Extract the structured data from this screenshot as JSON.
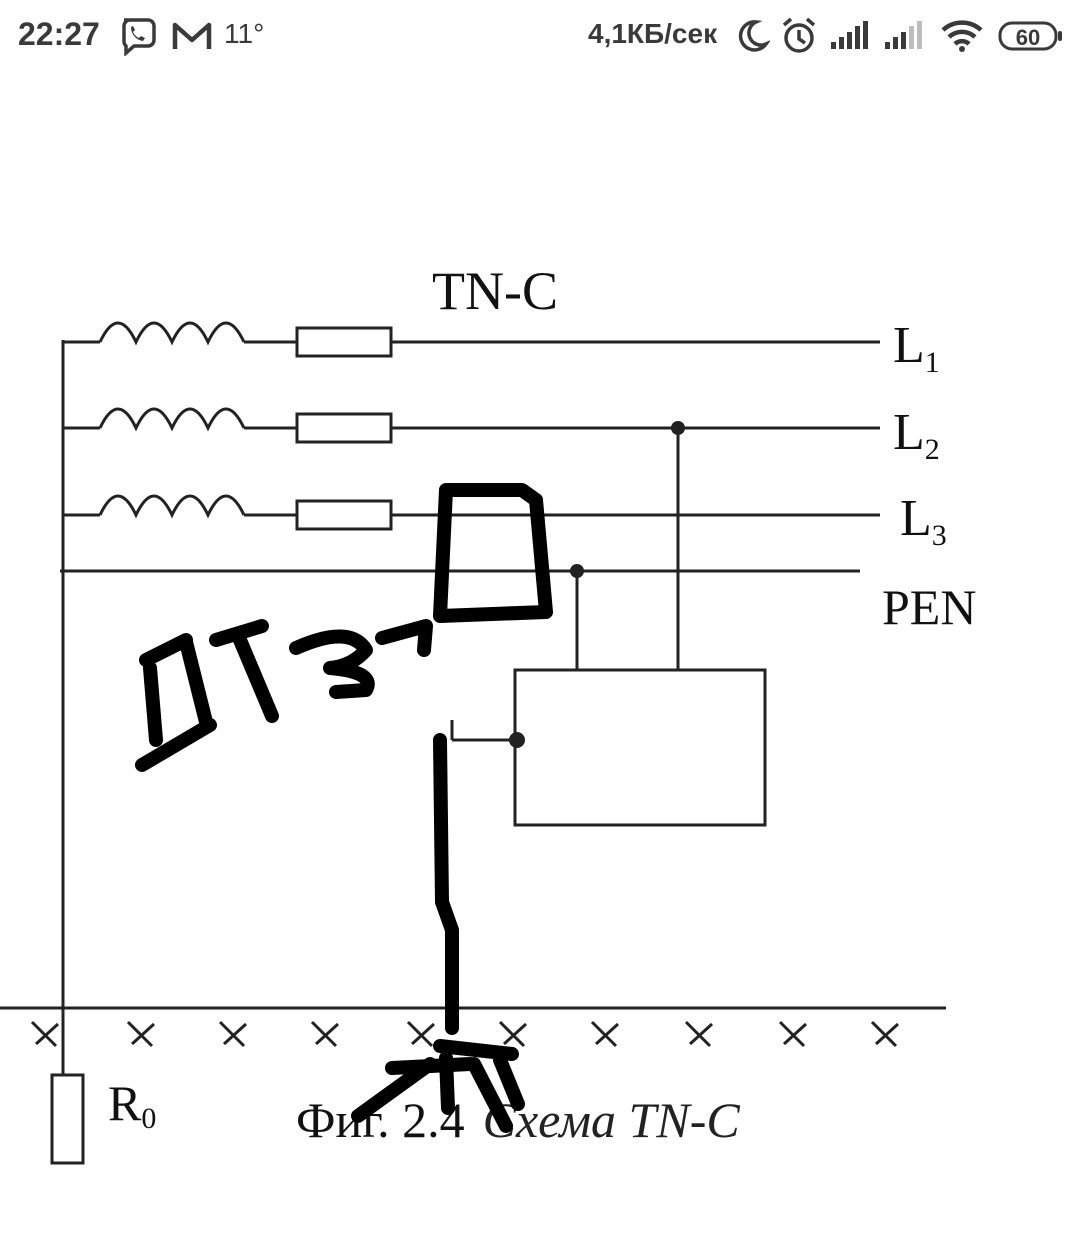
{
  "status_bar": {
    "time": "22:27",
    "temperature": "11°",
    "network_speed": "4,1КБ/сек",
    "battery": "60",
    "icons": [
      "viber-icon",
      "mail-icon",
      "moon-icon",
      "alarm-icon",
      "signal-icon",
      "signal-icon",
      "wifi-icon",
      "battery-icon"
    ]
  },
  "diagram": {
    "title": "TN-C",
    "lines": {
      "l1": "L",
      "l1_sub": "1",
      "l2": "L",
      "l2_sub": "2",
      "l3": "L",
      "l3_sub": "3",
      "pen": "PEN"
    },
    "resistor": "R",
    "resistor_sub": "0",
    "caption_prefix": "Фиг. 2.4",
    "caption_italic": "Схема TN-C",
    "handwritten_label": "ДТЗ"
  }
}
